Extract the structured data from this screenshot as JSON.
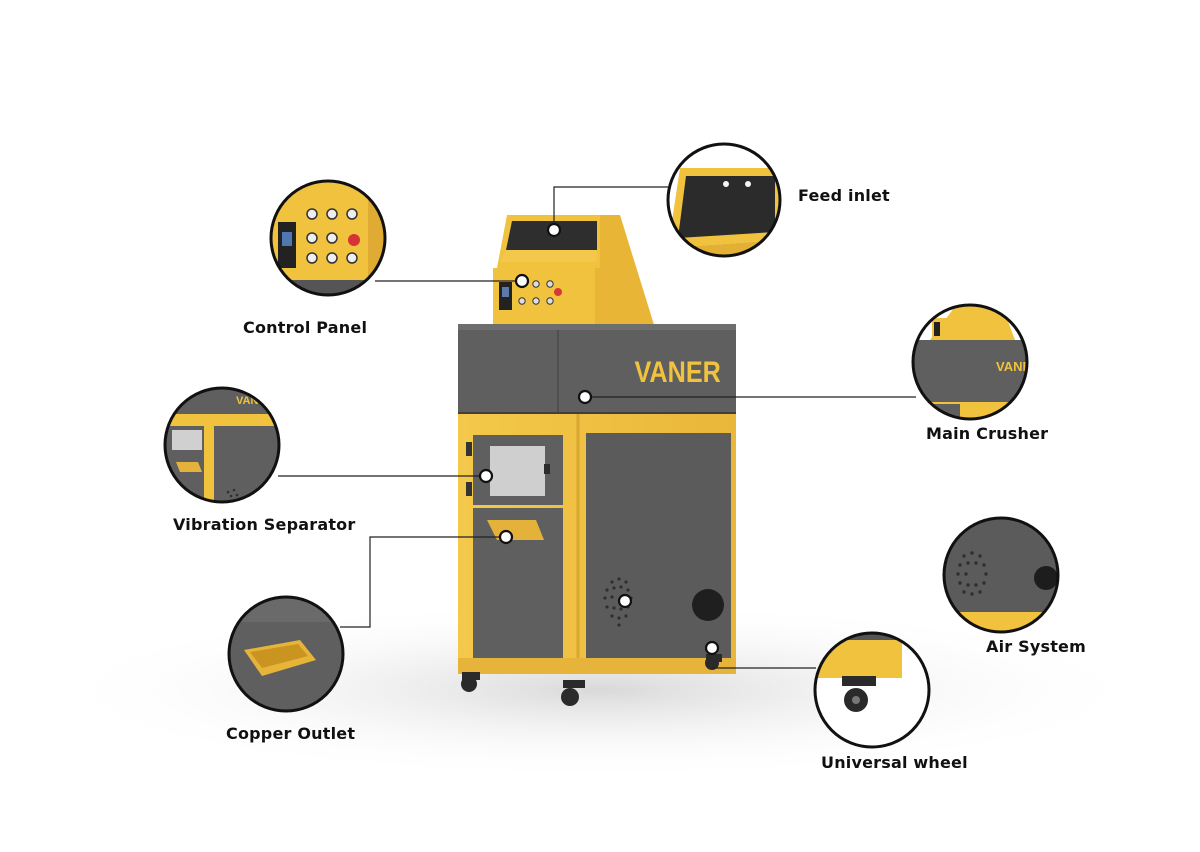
{
  "brand": "VANER",
  "colors": {
    "frame_yellow": "#f0c23e",
    "panel_gray": "#5f5f5f",
    "dark_gray": "#4b4b4b"
  },
  "callouts": [
    {
      "id": "feed-inlet",
      "label": "Feed inlet",
      "icon": "feed-inlet-zoom"
    },
    {
      "id": "control-panel",
      "label": "Control Panel",
      "icon": "control-panel-zoom"
    },
    {
      "id": "main-crusher",
      "label": "Main Crusher",
      "icon": "main-crusher-zoom"
    },
    {
      "id": "vibration-separator",
      "label": "Vibration Separator",
      "icon": "vibration-separator-zoom"
    },
    {
      "id": "air-system",
      "label": "Air System",
      "icon": "air-system-zoom"
    },
    {
      "id": "copper-outlet",
      "label": "Copper Outlet",
      "icon": "copper-outlet-zoom"
    },
    {
      "id": "universal-wheel",
      "label": "Universal wheel",
      "icon": "universal-wheel-zoom"
    }
  ]
}
